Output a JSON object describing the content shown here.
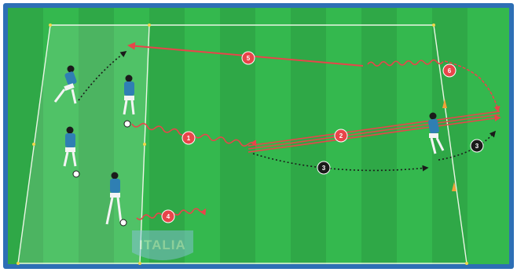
{
  "diagram": {
    "colors": {
      "pitch_green": "#34b84e",
      "line_white": "#eaf6e4",
      "pass_red": "#e8454a",
      "run_black": "#1a1a1a",
      "shirt_blue": "#2f7fb3",
      "shorts_white": "#f4f4f4",
      "cone_orange": "#f2a23a",
      "frame_blue": "#2d6fb5"
    },
    "steps": [
      {
        "id": "step-1",
        "number": "1",
        "kind": "dribble",
        "color": "#e8454a"
      },
      {
        "id": "step-2",
        "number": "2",
        "kind": "pass",
        "color": "#e8454a"
      },
      {
        "id": "step-3a",
        "number": "3",
        "kind": "run",
        "color": "#1a1a1a"
      },
      {
        "id": "step-3b",
        "number": "3",
        "kind": "run",
        "color": "#1a1a1a"
      },
      {
        "id": "step-4",
        "number": "4",
        "kind": "dribble",
        "color": "#e8454a"
      },
      {
        "id": "step-5",
        "number": "5",
        "kind": "pass",
        "color": "#e8454a"
      },
      {
        "id": "step-6",
        "number": "6",
        "kind": "dribble",
        "color": "#e8454a"
      }
    ],
    "watermark": {
      "text": "ITALIA",
      "icon": "federation-crest-icon"
    }
  }
}
